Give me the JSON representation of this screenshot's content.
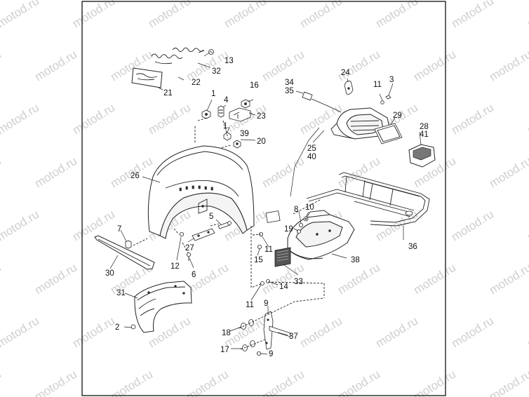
{
  "watermark": {
    "text": "motod.ru"
  },
  "diagram": {
    "callouts": [
      {
        "id": "c13",
        "text": "13"
      },
      {
        "id": "c32",
        "text": "32"
      },
      {
        "id": "c22",
        "text": "22"
      },
      {
        "id": "c21",
        "text": "21"
      },
      {
        "id": "c1a",
        "text": "1"
      },
      {
        "id": "c4",
        "text": "4"
      },
      {
        "id": "c16",
        "text": "16"
      },
      {
        "id": "c23",
        "text": "23"
      },
      {
        "id": "c1b",
        "text": "1"
      },
      {
        "id": "c39",
        "text": "39"
      },
      {
        "id": "c20",
        "text": "20"
      },
      {
        "id": "c34",
        "text": "34"
      },
      {
        "id": "c35",
        "text": "35"
      },
      {
        "id": "c24",
        "text": "24"
      },
      {
        "id": "c11a",
        "text": "11"
      },
      {
        "id": "c3",
        "text": "3"
      },
      {
        "id": "c29",
        "text": "29"
      },
      {
        "id": "c28",
        "text": "28"
      },
      {
        "id": "c41",
        "text": "41"
      },
      {
        "id": "c25",
        "text": "25"
      },
      {
        "id": "c40",
        "text": "40"
      },
      {
        "id": "c26",
        "text": "26"
      },
      {
        "id": "c5",
        "text": "5"
      },
      {
        "id": "c8",
        "text": "8"
      },
      {
        "id": "c10",
        "text": "10"
      },
      {
        "id": "c19",
        "text": "19"
      },
      {
        "id": "c7",
        "text": "7"
      },
      {
        "id": "c27",
        "text": "27"
      },
      {
        "id": "c11b",
        "text": "11"
      },
      {
        "id": "c15",
        "text": "15"
      },
      {
        "id": "c36",
        "text": "36"
      },
      {
        "id": "c12",
        "text": "12"
      },
      {
        "id": "c6",
        "text": "6"
      },
      {
        "id": "c38",
        "text": "38"
      },
      {
        "id": "c30",
        "text": "30"
      },
      {
        "id": "c33",
        "text": "33"
      },
      {
        "id": "c14",
        "text": "14"
      },
      {
        "id": "c31",
        "text": "31"
      },
      {
        "id": "c11c",
        "text": "11"
      },
      {
        "id": "c9a",
        "text": "9"
      },
      {
        "id": "c2",
        "text": "2"
      },
      {
        "id": "c18",
        "text": "18"
      },
      {
        "id": "c37",
        "text": "37"
      },
      {
        "id": "c17",
        "text": "17"
      },
      {
        "id": "c9b",
        "text": "9"
      }
    ]
  }
}
